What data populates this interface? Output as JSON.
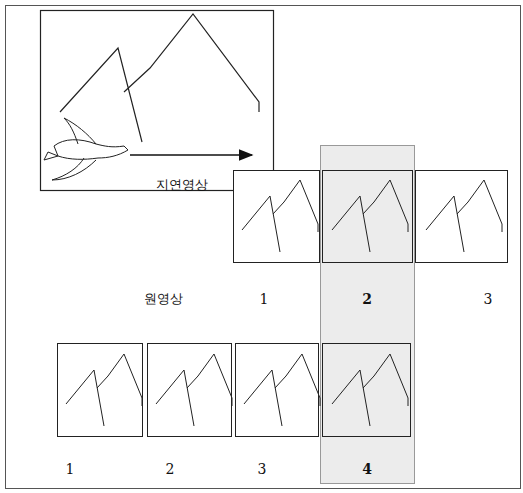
{
  "diagram": {
    "labels": [
      "지연영상",
      "원영상",
      "1",
      "2",
      "3",
      "1",
      "2",
      "3",
      "4"
    ]
  }
}
